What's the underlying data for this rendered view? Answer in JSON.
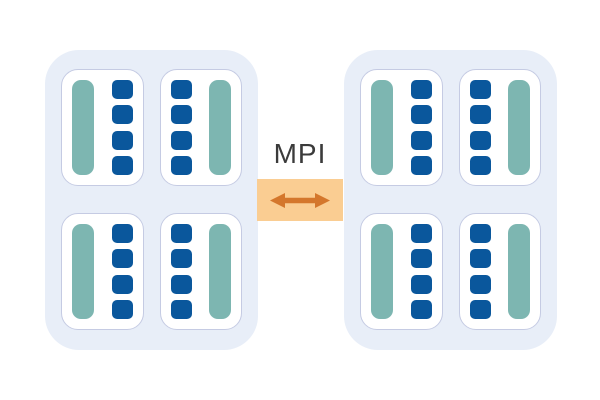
{
  "diagram": {
    "interconnect": {
      "label": "MPI",
      "arrow_icon": "double-headed-arrow"
    },
    "colors": {
      "background": "#ffffff",
      "node_fill": "#e8eef8",
      "socket_fill": "#ffffff",
      "socket_border": "#c5cbe3",
      "gpu_bar": "#7db6b1",
      "cpu_core": "#0a579c",
      "link_band": "#facd92",
      "link_arrow": "#d4772c",
      "label_text": "#3b3b3b"
    },
    "nodes": [
      {
        "id": "node-1",
        "sockets": [
          {
            "bar_side": "left",
            "core_count": 4
          },
          {
            "bar_side": "right",
            "core_count": 4
          },
          {
            "bar_side": "left",
            "core_count": 4
          },
          {
            "bar_side": "right",
            "core_count": 4
          }
        ]
      },
      {
        "id": "node-2",
        "sockets": [
          {
            "bar_side": "left",
            "core_count": 4
          },
          {
            "bar_side": "right",
            "core_count": 4
          },
          {
            "bar_side": "left",
            "core_count": 4
          },
          {
            "bar_side": "right",
            "core_count": 4
          }
        ]
      }
    ]
  }
}
